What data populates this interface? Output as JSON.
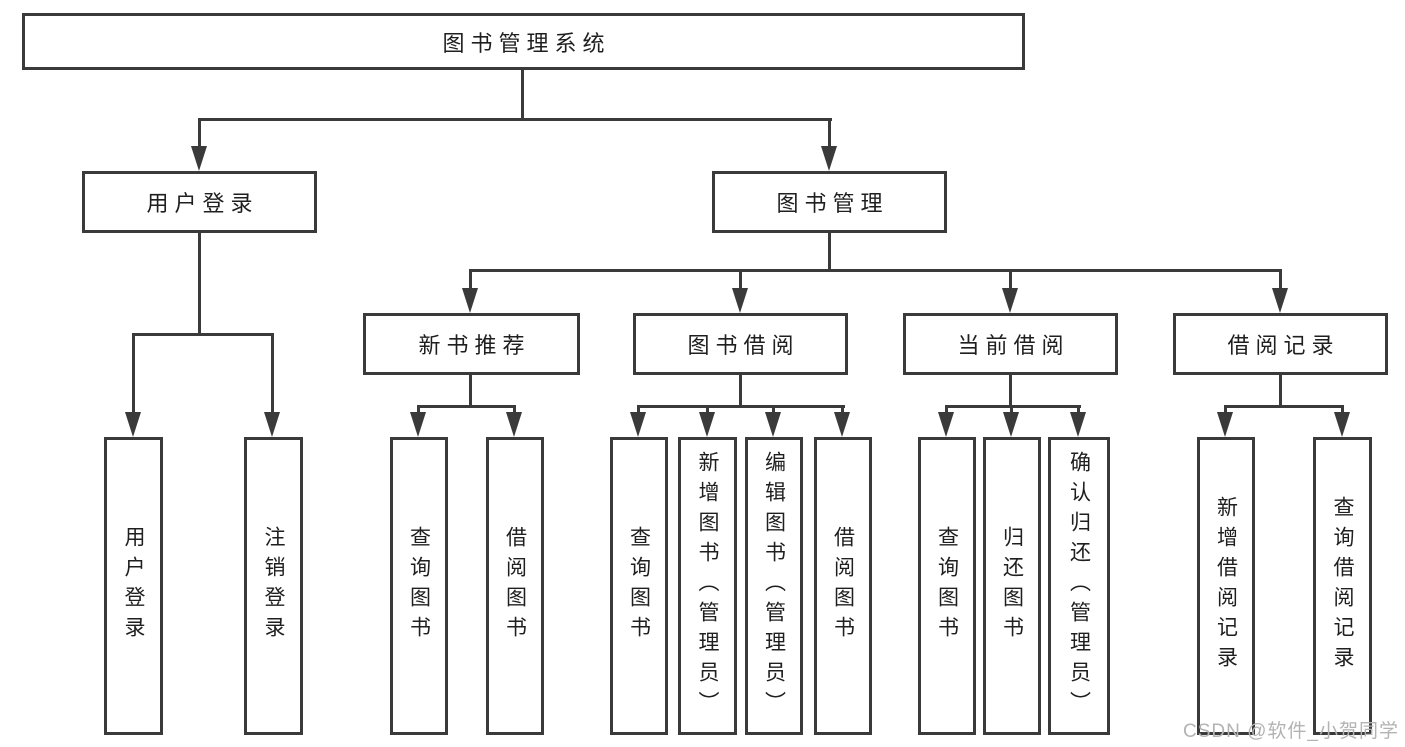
{
  "tree": {
    "root": "图书管理系统",
    "branches": [
      {
        "label": "用户登录",
        "children": [
          "用户登录",
          "注销登录"
        ]
      },
      {
        "label": "图书管理",
        "children": [
          {
            "label": "新书推荐",
            "children": [
              "查询图书",
              "借阅图书"
            ]
          },
          {
            "label": "图书借阅",
            "children": [
              "查询图书",
              "新增图书（管理员）",
              "编辑图书（管理员）",
              "借阅图书"
            ]
          },
          {
            "label": "当前借阅",
            "children": [
              "查询图书",
              "归还图书",
              "确认归还（管理员）"
            ]
          },
          {
            "label": "借阅记录",
            "children": [
              "新增借阅记录",
              "查询借阅记录"
            ]
          }
        ]
      }
    ]
  },
  "watermark": {
    "text": "CSDN @软件_小贺同学"
  },
  "colors": {
    "line": "#3a3a3a",
    "text": "#1f1f1f",
    "watermark": "#b3b3b3",
    "background": "#ffffff"
  }
}
